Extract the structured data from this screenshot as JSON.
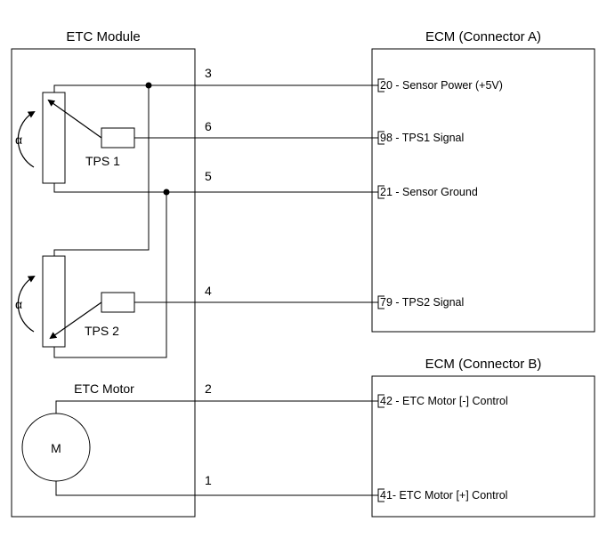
{
  "etc_module": {
    "title": "ETC Module",
    "tps1_label": "TPS 1",
    "tps2_label": "TPS 2",
    "alpha_symbol": "α",
    "motor_title": "ETC Motor",
    "motor_symbol": "M"
  },
  "ecm_a": {
    "title": "ECM (Connector A)",
    "pins": [
      {
        "num": "20",
        "label": "Sensor Power (+5V)"
      },
      {
        "num": "98",
        "label": "TPS1 Signal"
      },
      {
        "num": "21",
        "label": "Sensor Ground"
      },
      {
        "num": "79",
        "label": "TPS2 Signal"
      }
    ]
  },
  "ecm_b": {
    "title": "ECM (Connector B)",
    "pins": [
      {
        "num": "42",
        "label": "ETC Motor [-] Control"
      },
      {
        "num": "41",
        "label": "ETC Motor [+] Control"
      }
    ]
  },
  "wires": {
    "sensor_power": "3",
    "tps1_signal": "6",
    "sensor_ground": "5",
    "tps2_signal": "4",
    "motor_minus": "2",
    "motor_plus": "1"
  },
  "pin_separators": {
    "sensor_power": " - ",
    "tps1_signal": " - ",
    "sensor_ground": " - ",
    "tps2_signal": " - ",
    "motor_minus": " - ",
    "motor_plus": "- "
  }
}
